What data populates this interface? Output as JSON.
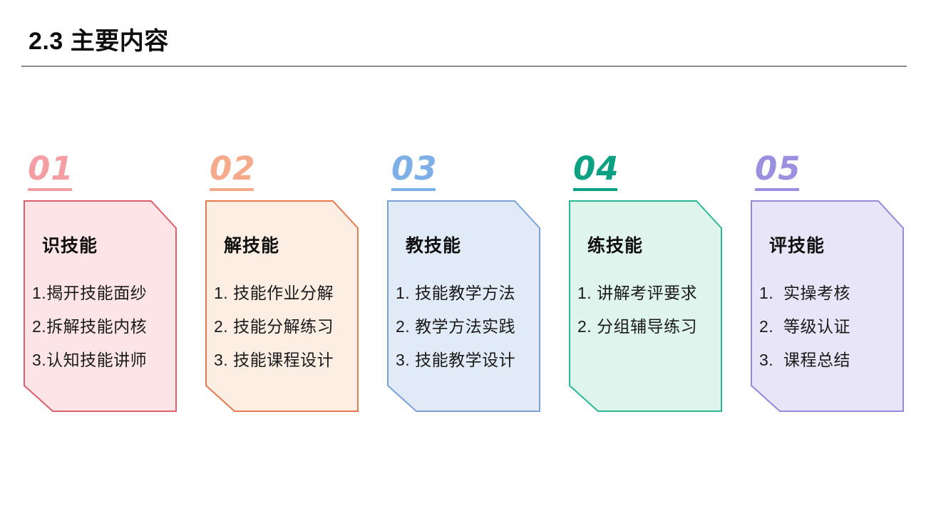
{
  "page": {
    "title": "2.3 主要内容",
    "background_color": "#ffffff",
    "divider_color": "#8b8b8b"
  },
  "cards": [
    {
      "number": "01",
      "title": "识技能",
      "items": [
        "1.揭开技能面纱",
        "2.拆解技能内核",
        "3.认知技能讲师"
      ],
      "number_color": "#f49ea4",
      "border_color": "#dc606a",
      "bg_color": "#fce4e7"
    },
    {
      "number": "02",
      "title": "解技能",
      "items": [
        "1. 技能作业分解",
        "2. 技能分解练习",
        "3. 技能课程设计"
      ],
      "number_color": "#f6aa8c",
      "border_color": "#e57a52",
      "bg_color": "#fdeee3"
    },
    {
      "number": "03",
      "title": "教技能",
      "items": [
        "1. 技能教学方法",
        "2. 教学方法实践",
        "3. 技能教学设计"
      ],
      "number_color": "#7eb0e8",
      "border_color": "#7ba2d6",
      "bg_color": "#e1ebf8"
    },
    {
      "number": "04",
      "title": "练技能",
      "items": [
        "1. 讲解考评要求",
        "2. 分组辅导练习"
      ],
      "number_color": "#0da183",
      "border_color": "#2eb797",
      "bg_color": "#dff4ec"
    },
    {
      "number": "05",
      "title": "评技能",
      "items": [
        "1.  实操考核",
        "2.  等级认证",
        "3.  课程总结"
      ],
      "number_color": "#9b8fe0",
      "border_color": "#9488d7",
      "bg_color": "#e7e5f7"
    }
  ]
}
